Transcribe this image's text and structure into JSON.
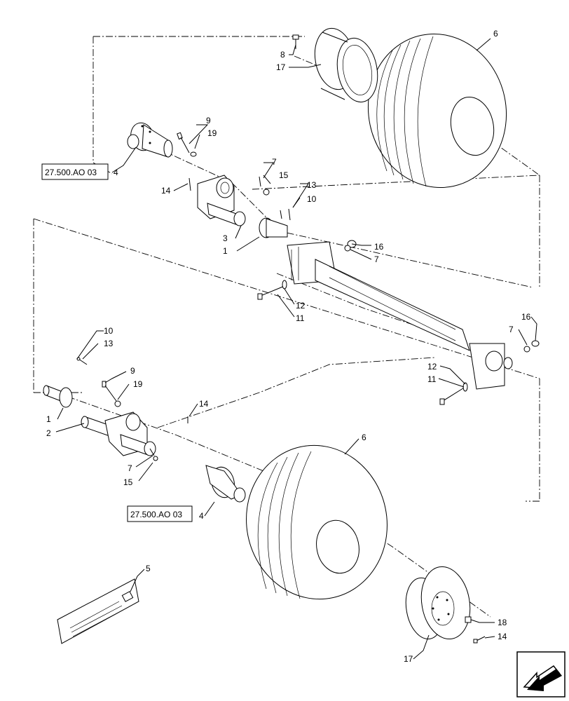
{
  "callouts": {
    "c1a": "1",
    "c1b": "1",
    "c2": "2",
    "c3": "3",
    "c4a": "4",
    "c4b": "4",
    "c5": "5",
    "c6a": "6",
    "c6b": "6",
    "c7a": "7",
    "c7b": "7",
    "c7c": "7",
    "c7d": "7",
    "c8": "8",
    "c9a": "9",
    "c9b": "9",
    "c10a": "10",
    "c10b": "10",
    "c11a": "11",
    "c11b": "11",
    "c12a": "12",
    "c12b": "12",
    "c13a": "13",
    "c13b": "13",
    "c14a": "14",
    "c14b": "14",
    "c14c": "14",
    "c15a": "15",
    "c15b": "15",
    "c16a": "16",
    "c16b": "16",
    "c17a": "17",
    "c17b": "17",
    "c18": "18",
    "c19a": "19",
    "c19b": "19"
  },
  "references": {
    "ref_upper": "27.500.AO 03",
    "ref_lower": "27.500.AO 03"
  },
  "nav": {
    "icon": "return-arrow-icon"
  }
}
